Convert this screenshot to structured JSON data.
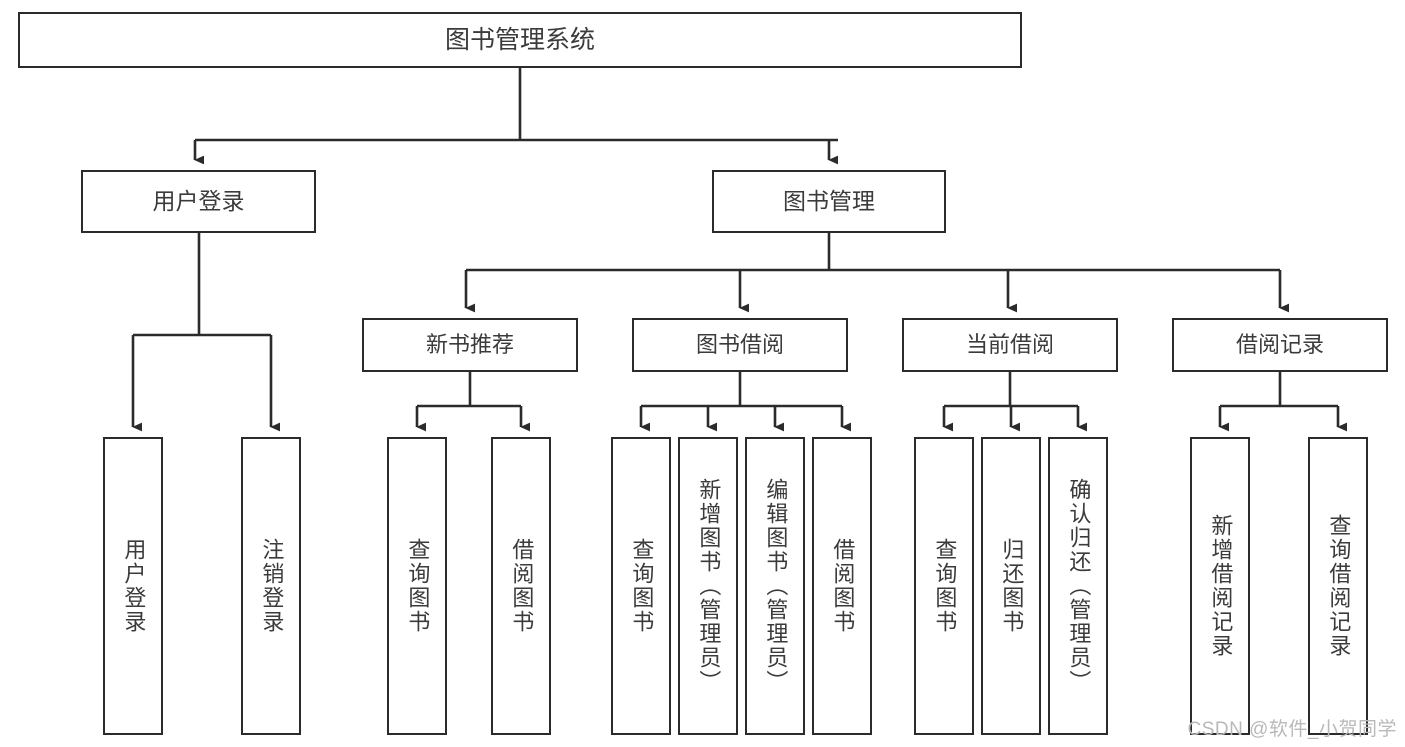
{
  "diagram": {
    "type": "tree-hierarchy",
    "title": "图书管理系统",
    "root": {
      "label": "图书管理系统"
    },
    "level2": [
      {
        "id": "user-login",
        "label": "用户登录"
      },
      {
        "id": "book-manage",
        "label": "图书管理"
      }
    ],
    "level3": [
      {
        "id": "new-book-recommend",
        "label": "新书推荐",
        "parent": "book-manage"
      },
      {
        "id": "book-borrow",
        "label": "图书借阅",
        "parent": "book-manage"
      },
      {
        "id": "current-borrow",
        "label": "当前借阅",
        "parent": "book-manage"
      },
      {
        "id": "borrow-record",
        "label": "借阅记录",
        "parent": "book-manage"
      }
    ],
    "leaves": [
      {
        "id": "leaf-user-login",
        "label": "用户登录",
        "parent": "user-login"
      },
      {
        "id": "leaf-logout-login",
        "label": "注销登录",
        "parent": "user-login"
      },
      {
        "id": "leaf-query-book-1",
        "label": "查询图书",
        "parent": "new-book-recommend"
      },
      {
        "id": "leaf-borrow-book-1",
        "label": "借阅图书",
        "parent": "new-book-recommend"
      },
      {
        "id": "leaf-query-book-2",
        "label": "查询图书",
        "parent": "book-borrow"
      },
      {
        "id": "leaf-add-book",
        "label": "新增图书（管理员）",
        "parent": "book-borrow"
      },
      {
        "id": "leaf-edit-book",
        "label": "编辑图书（管理员）",
        "parent": "book-borrow"
      },
      {
        "id": "leaf-borrow-book-2",
        "label": "借阅图书",
        "parent": "book-borrow"
      },
      {
        "id": "leaf-query-book-3",
        "label": "查询图书",
        "parent": "current-borrow"
      },
      {
        "id": "leaf-return-book",
        "label": "归还图书",
        "parent": "current-borrow"
      },
      {
        "id": "leaf-confirm-return",
        "label": "确认归还（管理员）",
        "parent": "current-borrow"
      },
      {
        "id": "leaf-add-record",
        "label": "新增借阅记录",
        "parent": "borrow-record"
      },
      {
        "id": "leaf-query-record",
        "label": "查询借阅记录",
        "parent": "borrow-record"
      }
    ]
  },
  "watermark": {
    "text": "CSDN @软件_小贺同学"
  },
  "colors": {
    "stroke": "#2b2b2b",
    "text": "#3b3b3b",
    "background": "#ffffff",
    "watermark": "#b9b9b9"
  }
}
